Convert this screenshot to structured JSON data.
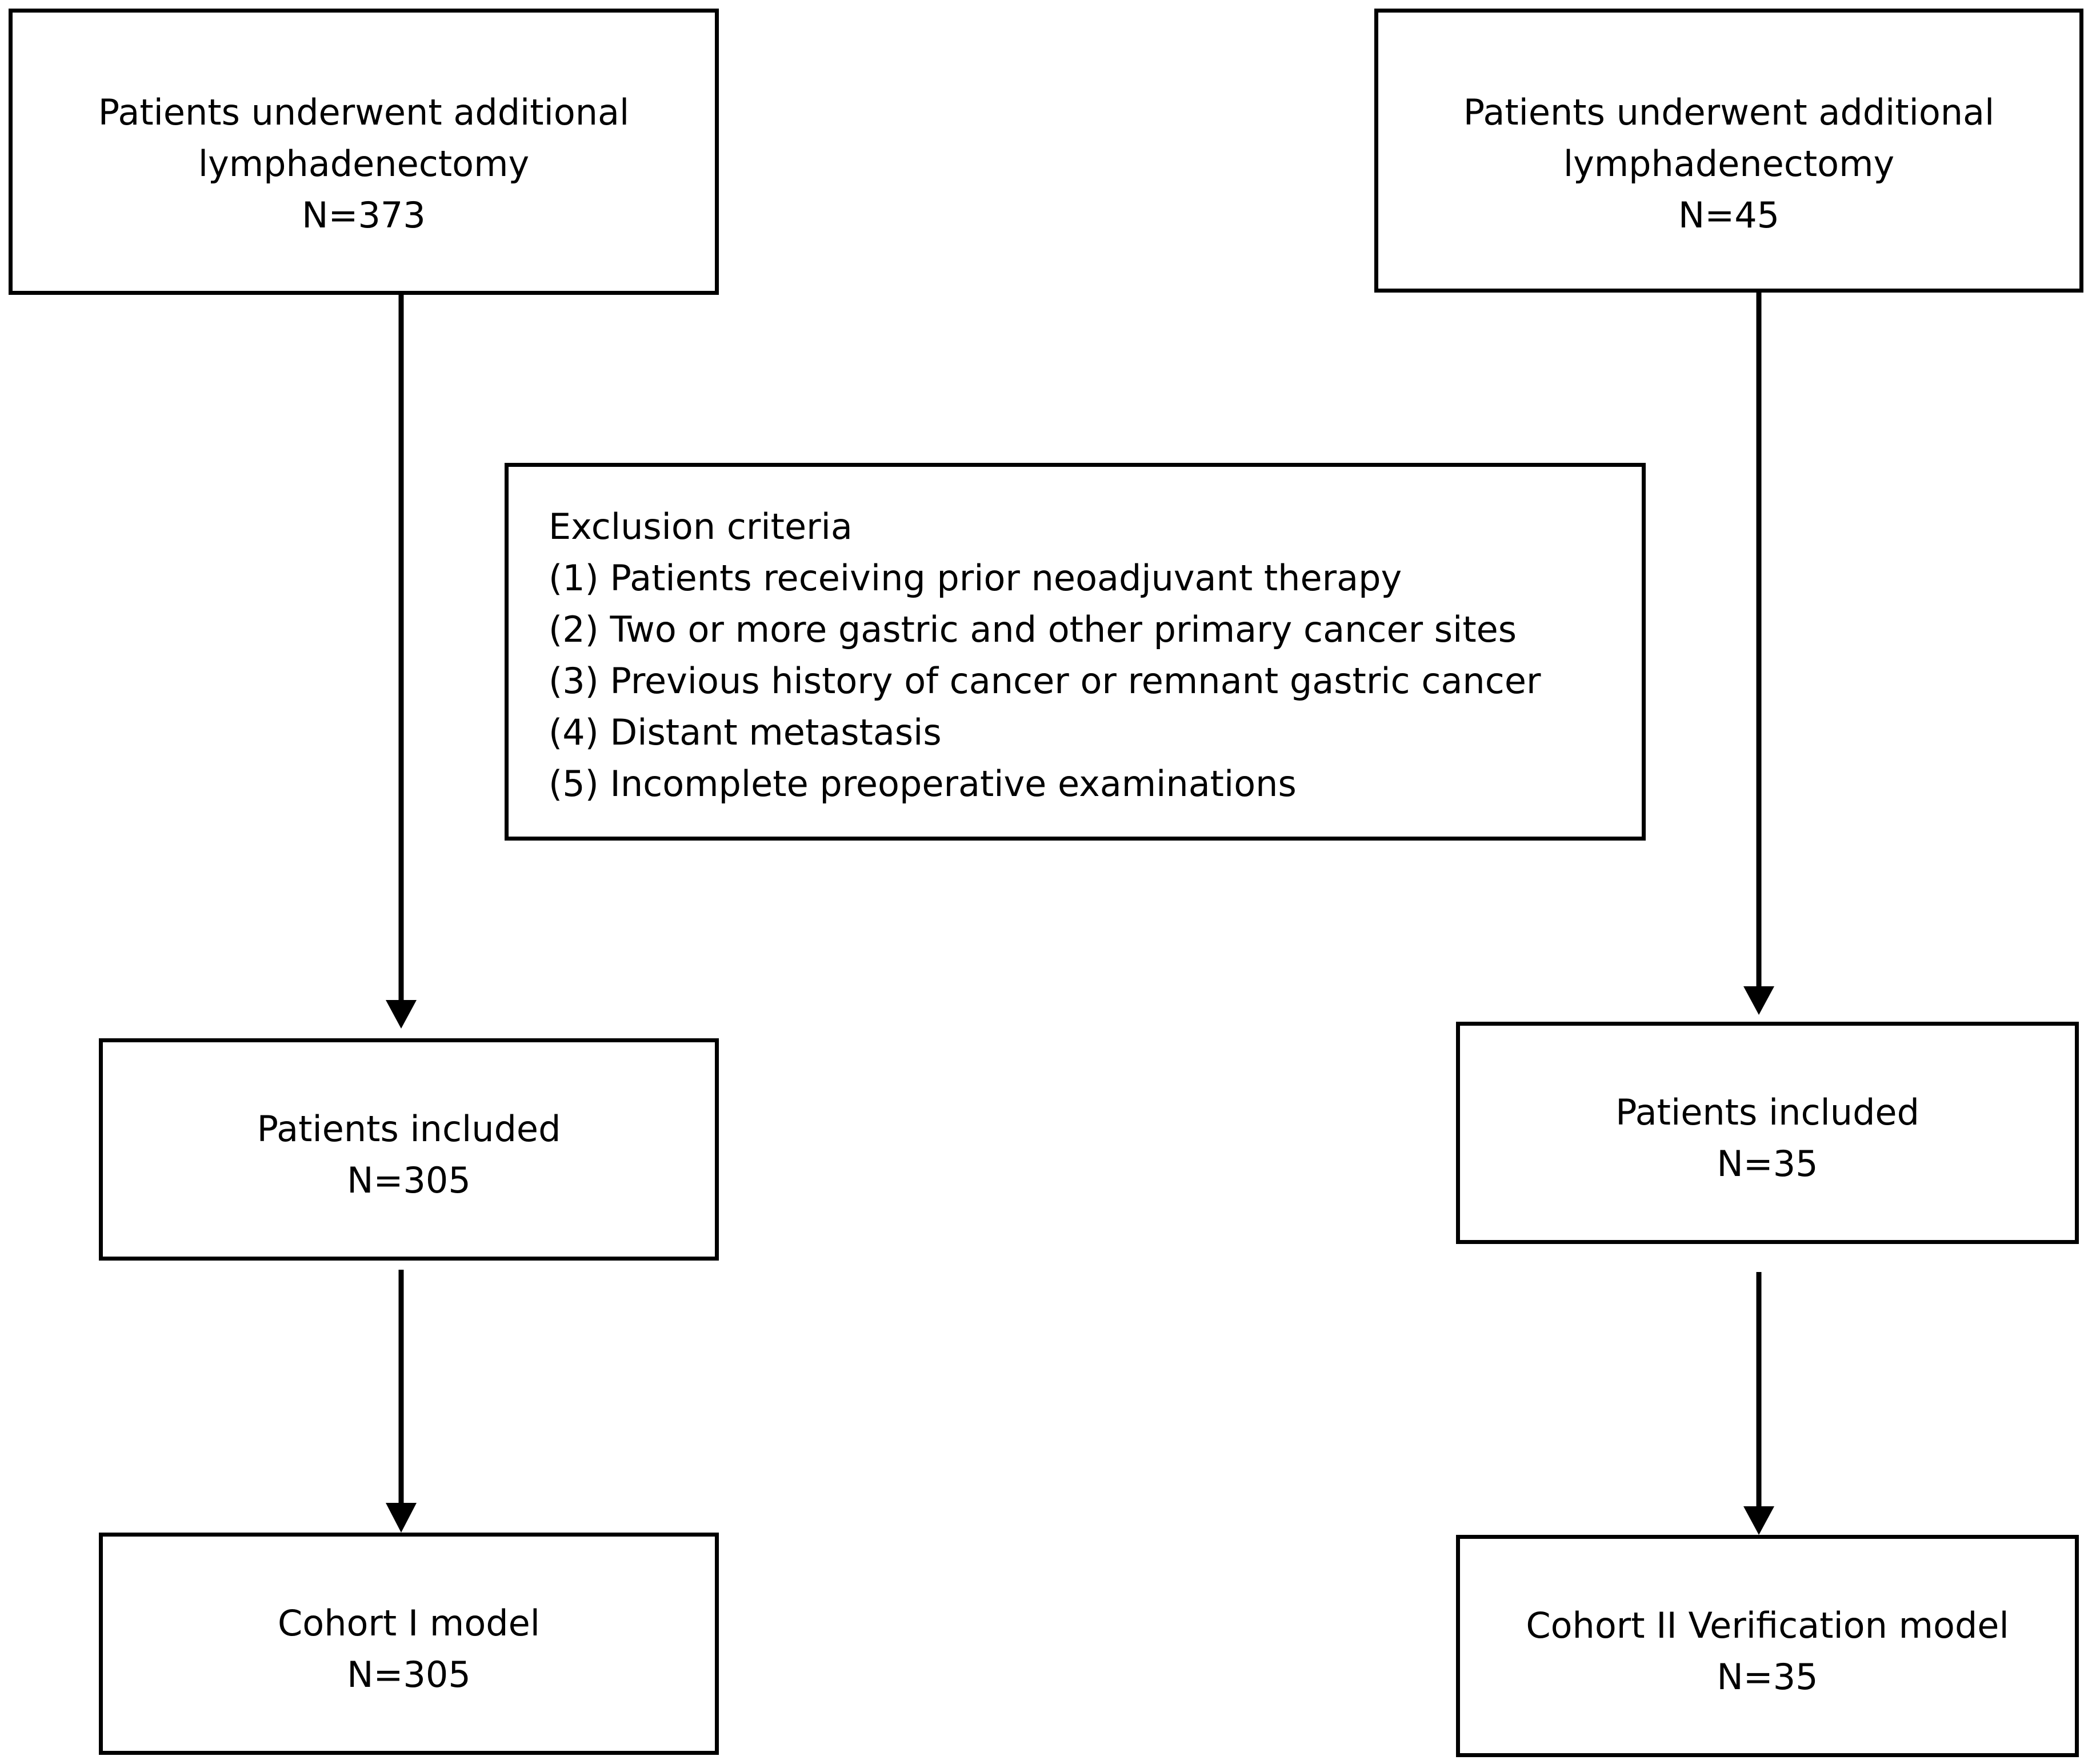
{
  "left": {
    "top": {
      "line1": "Patients underwent additional",
      "line2": "lymphadenectomy",
      "count": "N=373"
    },
    "middle": {
      "line1": "Patients included",
      "count": "N=305"
    },
    "bottom": {
      "line1": "Cohort I model",
      "count": "N=305"
    }
  },
  "right": {
    "top": {
      "line1": "Patients underwent additional",
      "line2": "lymphadenectomy",
      "count": "N=45"
    },
    "middle": {
      "line1": "Patients included",
      "count": "N=35"
    },
    "bottom": {
      "line1": "Cohort II Verification model",
      "count": "N=35"
    }
  },
  "exclusion": {
    "title": "Exclusion criteria",
    "items": [
      "(1) Patients receiving prior neoadjuvant therapy",
      "(2) Two or more gastric and other primary cancer sites",
      "(3) Previous history of cancer or remnant gastric cancer",
      "(4) Distant metastasis",
      "(5) Incomplete preoperative examinations"
    ]
  }
}
